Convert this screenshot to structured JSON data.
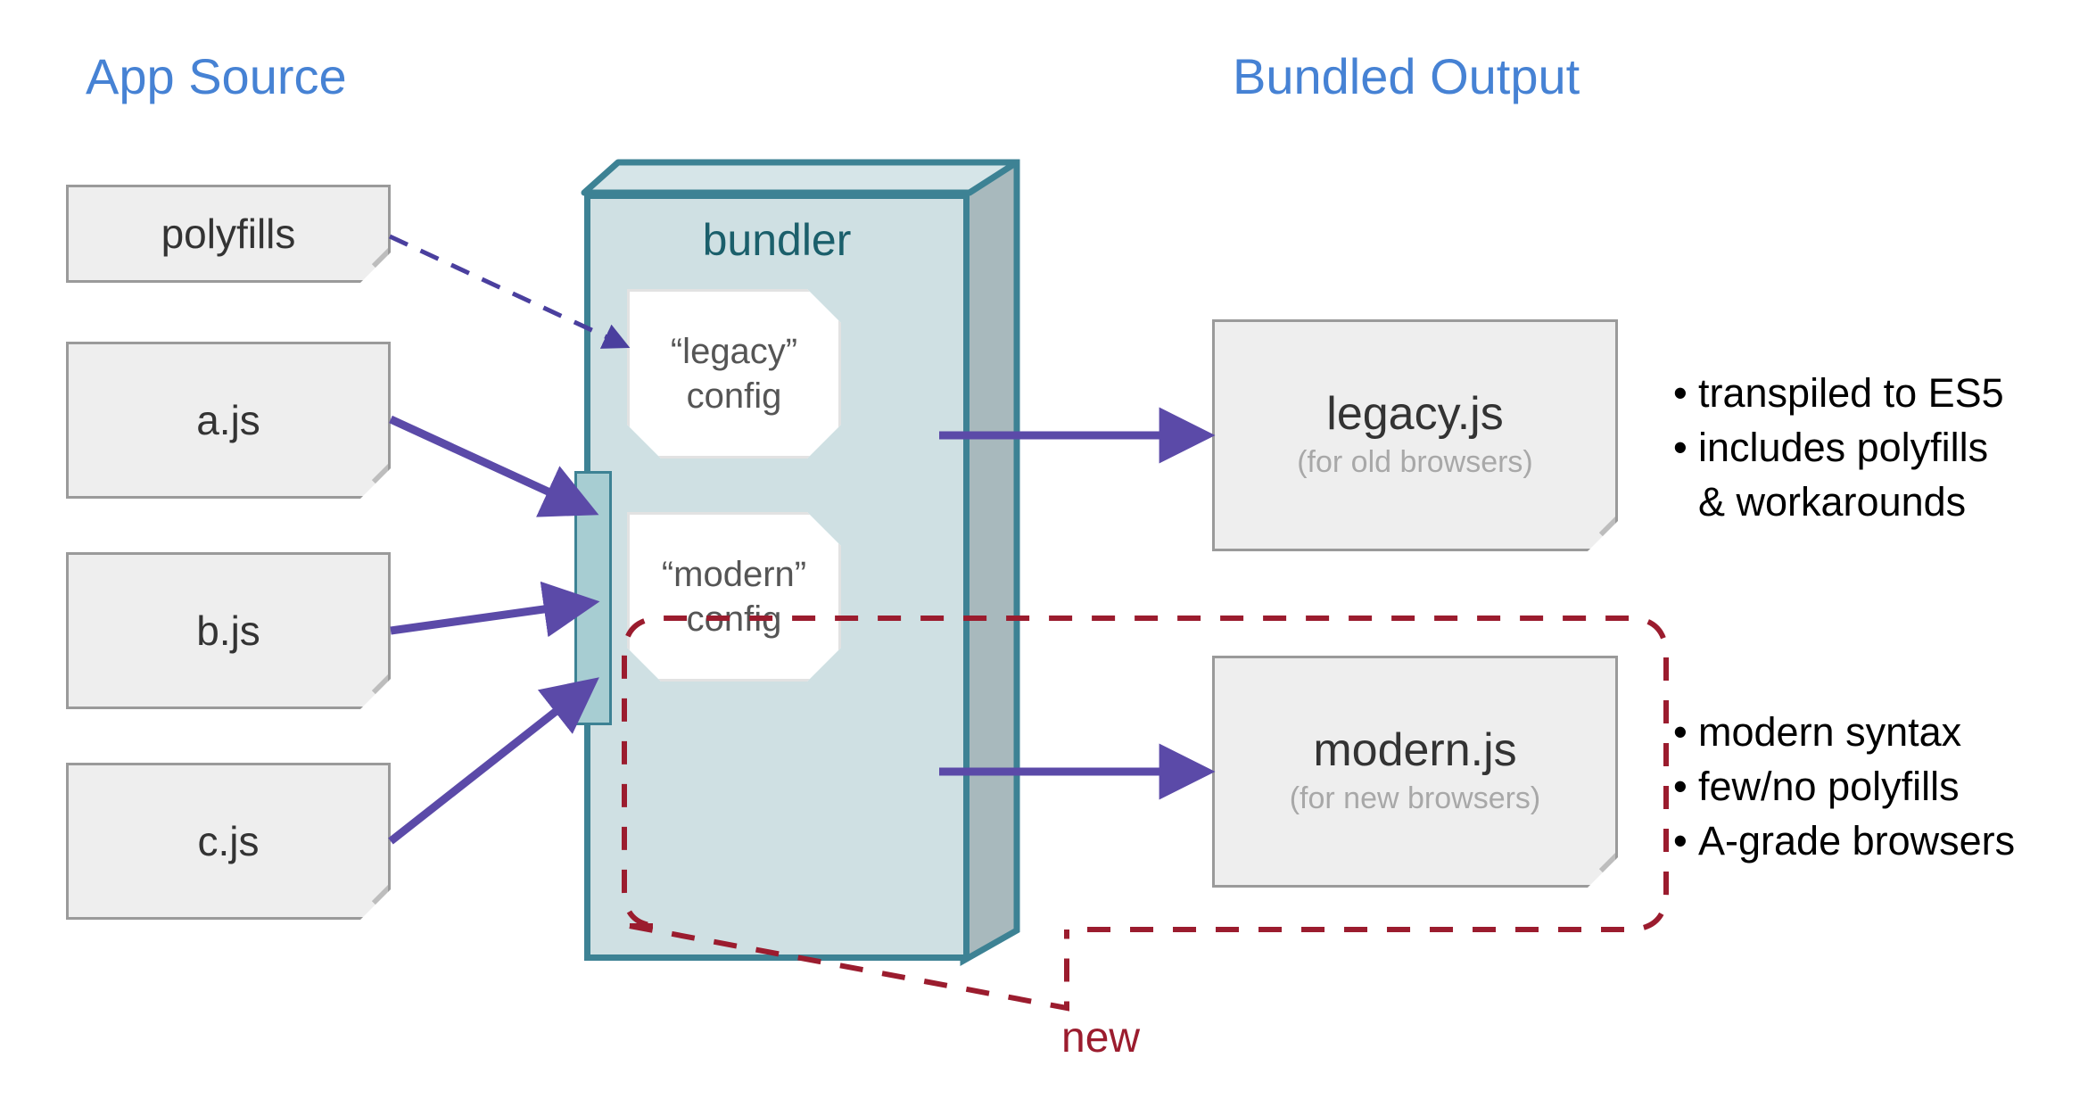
{
  "headings": {
    "left": "App Source",
    "right": "Bundled Output",
    "color": "#4682d4"
  },
  "sources": [
    {
      "name": "polyfills",
      "id": "polyfills"
    },
    {
      "name": "a.js",
      "id": "a-js"
    },
    {
      "name": "b.js",
      "id": "b-js"
    },
    {
      "name": "c.js",
      "id": "c-js"
    }
  ],
  "bundler": {
    "title": "bundler",
    "fill": "#cfe0e3",
    "stroke": "#3d8294",
    "side_fill": "#a8b9bd",
    "configs": [
      {
        "name": "“legacy”",
        "second": "config",
        "id": "legacy-config"
      },
      {
        "name": "“modern”",
        "second": "config",
        "id": "modern-config"
      }
    ]
  },
  "outputs": [
    {
      "id": "legacy-js",
      "name": "legacy.js",
      "sub": "(for old browsers)",
      "bullets": [
        {
          "text": "transpiled to ES5",
          "cont": null
        },
        {
          "text": "includes polyfills",
          "cont": "& workarounds"
        }
      ]
    },
    {
      "id": "modern-js",
      "name": "modern.js",
      "sub": "(for new browsers)",
      "bullets": [
        {
          "text": "modern syntax",
          "cont": null
        },
        {
          "text": "few/no polyfills",
          "cont": null
        },
        {
          "text": "A-grade browsers",
          "cont": null
        }
      ]
    }
  ],
  "annotation": {
    "label": "new",
    "color": "#9b1c2e",
    "style": "dashed-rounded-rectangle"
  },
  "bullet_glyph": "•",
  "arrow_color": "#5b4aa8",
  "dashed_arrow_color": "#4a3f9e"
}
